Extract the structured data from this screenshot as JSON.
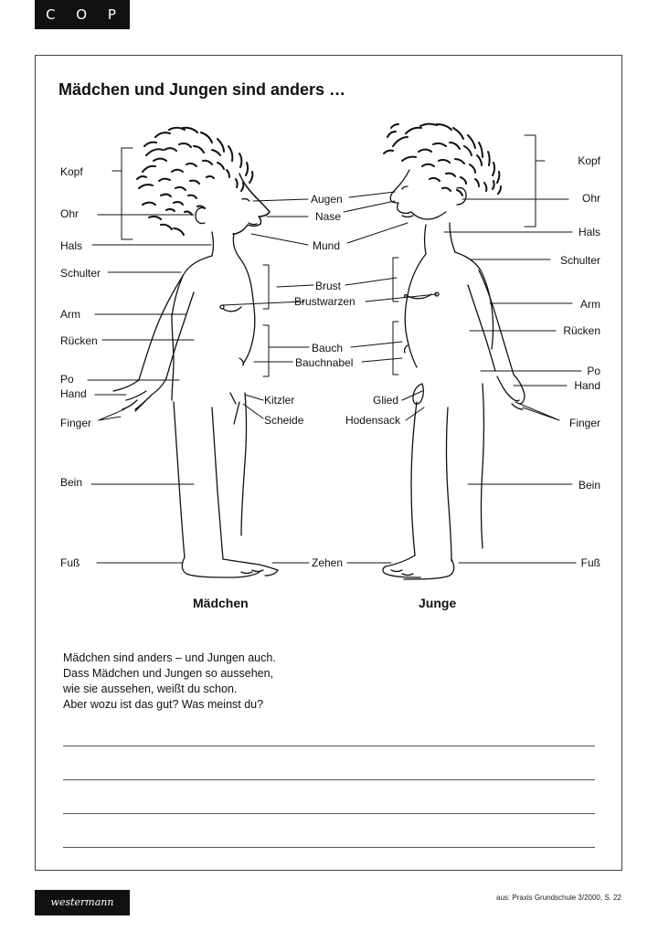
{
  "badge": "C O P Y",
  "title": "Mädchen und Jungen sind anders …",
  "labels": {
    "girl_left": [
      "Kopf",
      "Ohr",
      "Hals",
      "Schulter",
      "Arm",
      "Rücken",
      "Po",
      "Hand",
      "Finger",
      "Bein",
      "Fuß"
    ],
    "center_girl": [
      "Kitzler",
      "Scheide"
    ],
    "center_shared": [
      "Augen",
      "Nase",
      "Mund",
      "Brust",
      "Brustwarzen",
      "Bauch",
      "Bauchnabel",
      "Zehen"
    ],
    "center_boy": [
      "Glied",
      "Hodensack"
    ],
    "boy_right": [
      "Kopf",
      "Ohr",
      "Hals",
      "Schulter",
      "Arm",
      "Rücken",
      "Po",
      "Hand",
      "Finger",
      "Bein",
      "Fuß"
    ]
  },
  "captions": {
    "girl": "Mädchen",
    "boy": "Junge"
  },
  "text_lines": [
    "Mädchen sind anders – und Jungen auch.",
    "Dass Mädchen und Jungen so aussehen,",
    "wie sie aussehen, weißt du schon.",
    "Aber wozu ist das gut? Was meinst du?"
  ],
  "footer": {
    "logo": "westermann",
    "source": "aus: Praxis Grundschule 3/2000, S. 22"
  }
}
